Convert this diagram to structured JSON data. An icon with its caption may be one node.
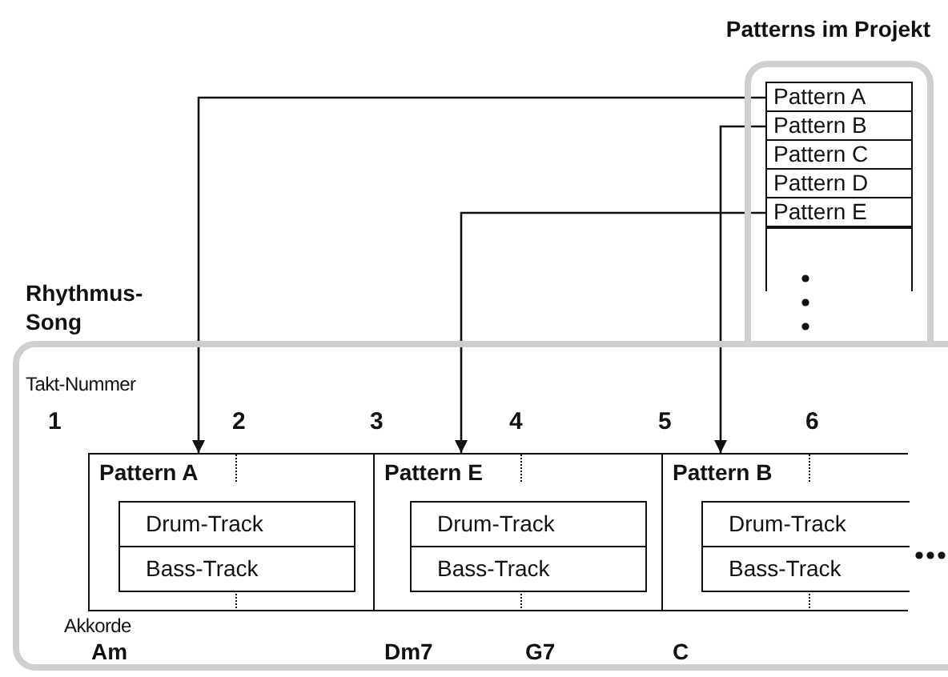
{
  "diagram": {
    "nodes": [
      {
        "text": [
          "Patterns im Projekt"
        ]
      },
      {
        "text": [
          "Pattern A"
        ],
        "in": 0
      },
      {
        "text": [
          "Pattern B"
        ],
        "in": 0
      },
      {
        "text": [
          "Pattern C"
        ],
        "in": 0
      },
      {
        "text": [
          "Pattern D"
        ],
        "in": 0
      },
      {
        "text": [
          "Pattern E"
        ],
        "in": 0
      },
      {
        "text": [
          "Rhythmus-Song"
        ]
      },
      {
        "text": [
          "Pattern A"
        ],
        "in": 6
      },
      {
        "text": [
          "Drum-Track"
        ],
        "in": 7
      },
      {
        "text": [
          "Bass-Track"
        ],
        "in": 7
      },
      {
        "text": [
          "Pattern E"
        ],
        "in": 6
      },
      {
        "text": [
          "Drum-Track"
        ],
        "in": 10
      },
      {
        "text": [
          "Bass-Track"
        ],
        "in": 10
      },
      {
        "text": [
          "Pattern B"
        ],
        "in": 6
      },
      {
        "text": [
          "Drum-Track"
        ],
        "in": 13
      },
      {
        "text": [
          "Bass-Track"
        ],
        "in": 13
      }
    ],
    "edges": [
      {
        "from": 1,
        "to": 7,
        "arrow": "to"
      },
      {
        "from": 2,
        "to": 13,
        "arrow": "to"
      },
      {
        "from": 5,
        "to": 10,
        "arrow": "to"
      }
    ],
    "labels": [
      "Takt-Nummer",
      "1",
      "2",
      "3",
      "4",
      "5",
      "6",
      "Akkorde",
      "Am",
      "Dm7",
      "G7",
      "C"
    ]
  }
}
